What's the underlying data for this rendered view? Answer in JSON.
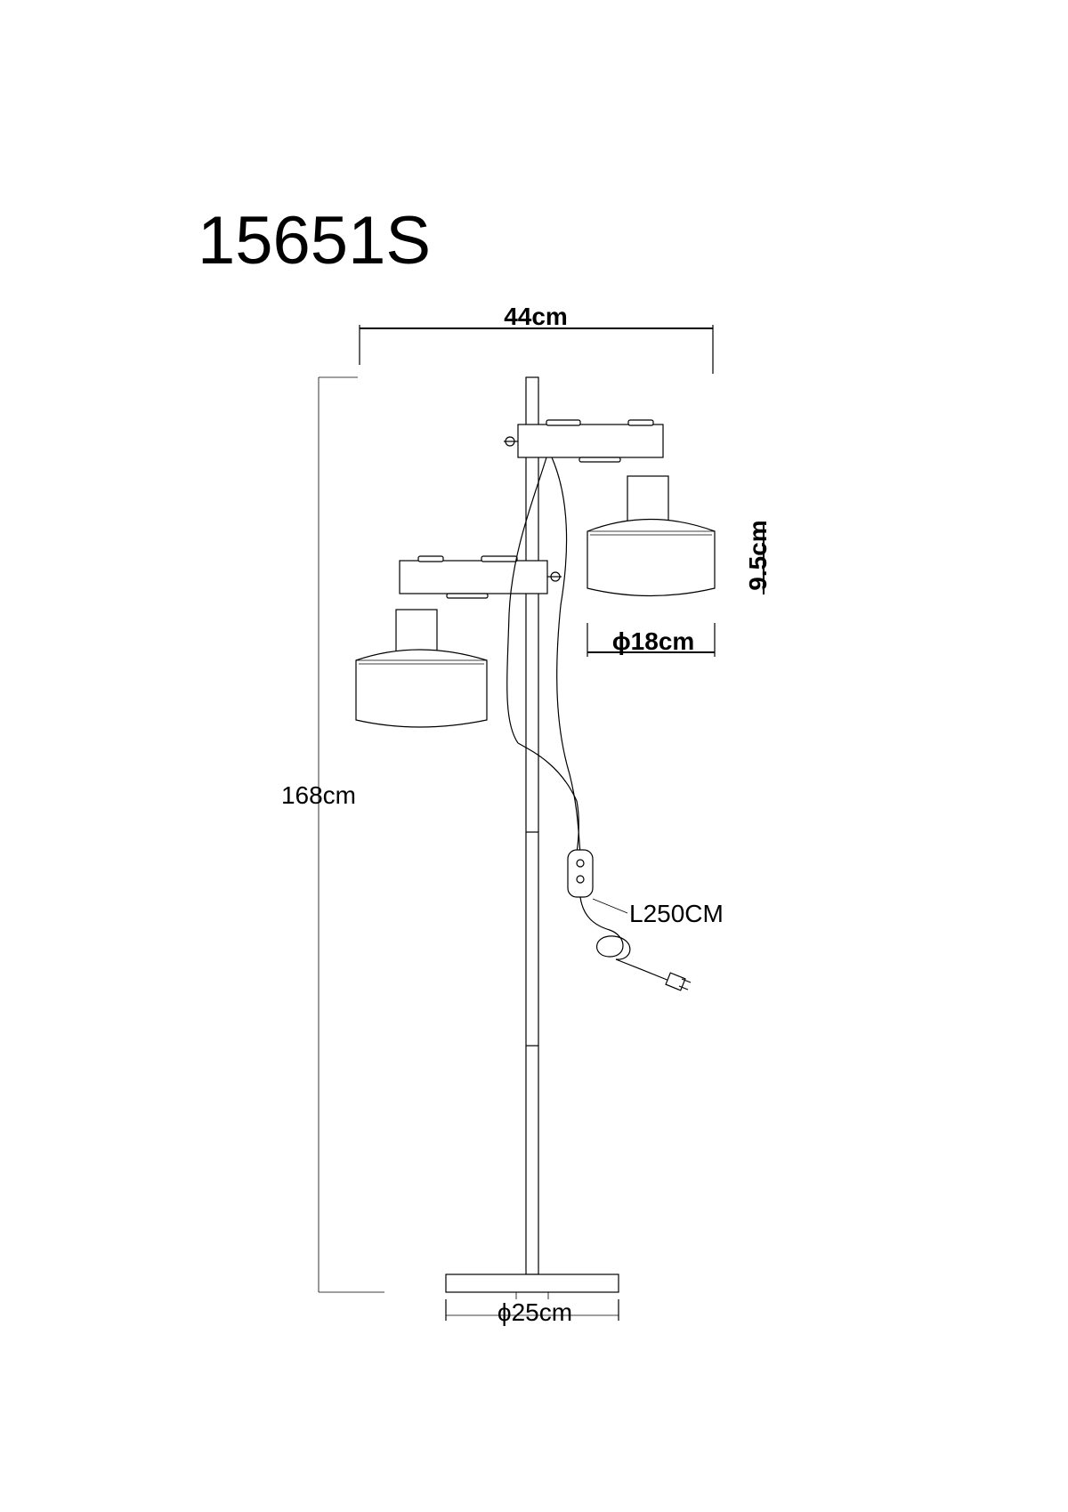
{
  "model": "15651S",
  "dimensions": {
    "width": "44cm",
    "height": "168cm",
    "shade_height": "9.5cm",
    "shade_diameter": "ϕ18cm",
    "base_diameter": "ϕ25cm",
    "cable_length": "L250CM"
  }
}
